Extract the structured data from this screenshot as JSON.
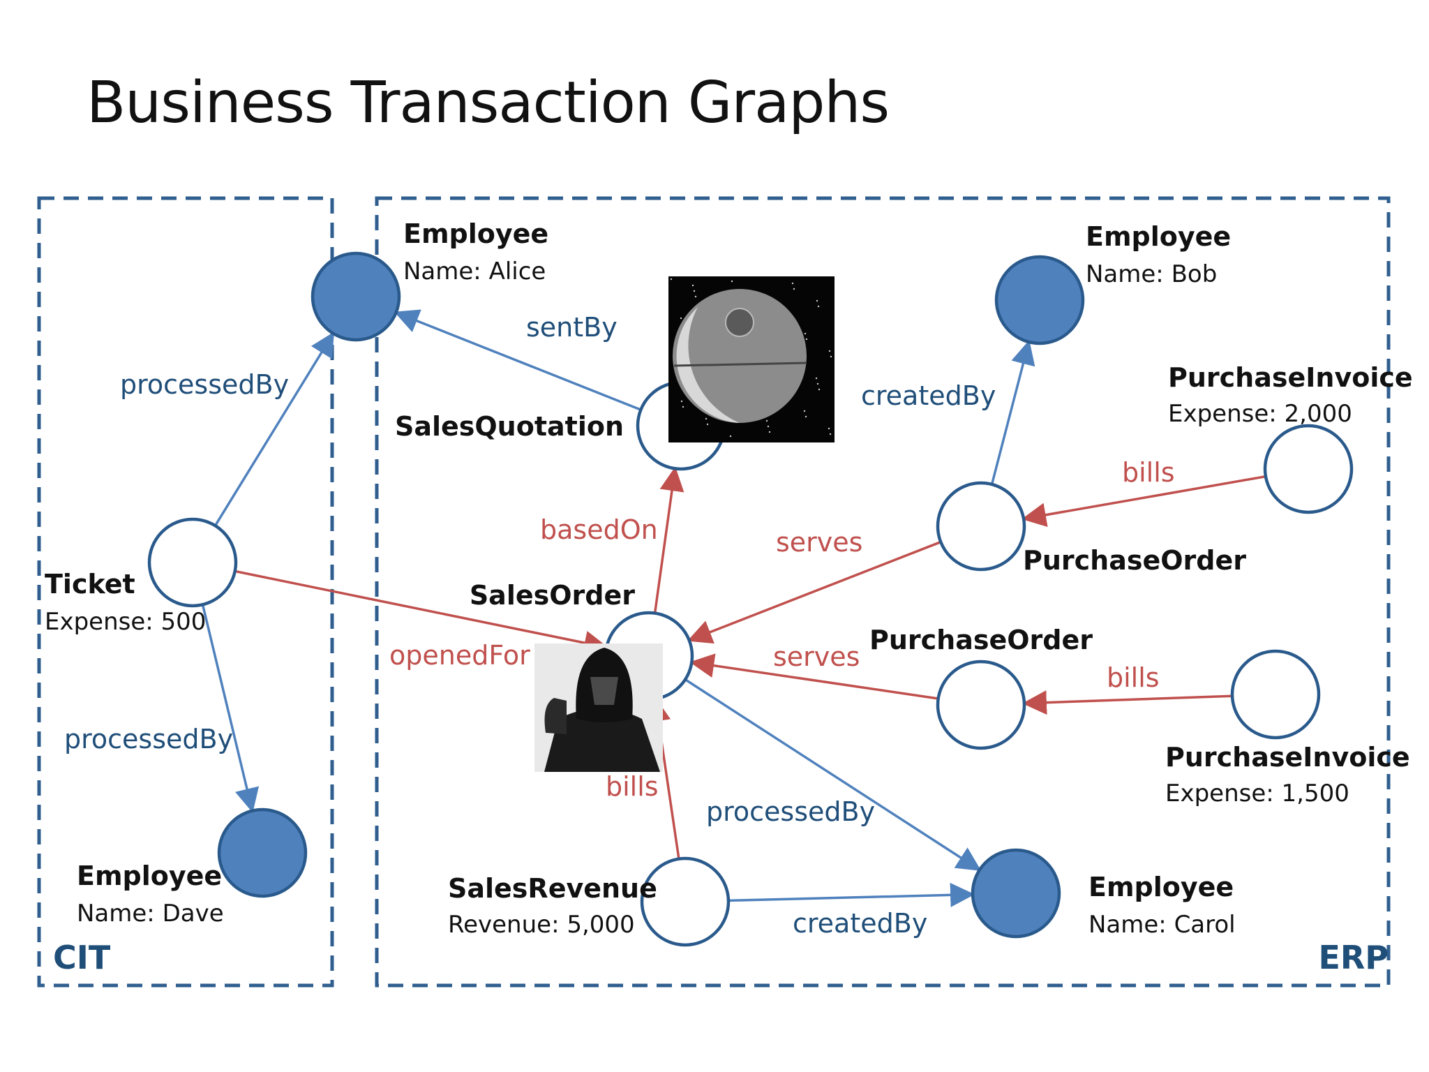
{
  "title": "Business Transaction Graphs",
  "colors": {
    "blue_edge": "#4f81bd",
    "red_edge": "#c0504d",
    "node_border": "#2a5a8c",
    "node_fill_employee": "#4f81bd",
    "label_blue": "#1f4e79",
    "label_red": "#c0504d",
    "region_border": "#2f5e8f"
  },
  "regions": [
    {
      "id": "cit",
      "label": "CIT"
    },
    {
      "id": "erp",
      "label": "ERP"
    }
  ],
  "nodes": [
    {
      "id": "alice",
      "type": "Employee",
      "attr": "Name: Alice",
      "filled": true
    },
    {
      "id": "bob",
      "type": "Employee",
      "attr": "Name: Bob",
      "filled": true
    },
    {
      "id": "dave",
      "type": "Employee",
      "attr": "Name: Dave",
      "filled": true
    },
    {
      "id": "carol",
      "type": "Employee",
      "attr": "Name: Carol",
      "filled": true
    },
    {
      "id": "ticket",
      "type": "Ticket",
      "attr": "Expense: 500",
      "filled": false
    },
    {
      "id": "salesquotation",
      "type": "SalesQuotation",
      "attr": "",
      "filled": false
    },
    {
      "id": "salesorder",
      "type": "SalesOrder",
      "attr": "",
      "filled": false
    },
    {
      "id": "po1",
      "type": "PurchaseOrder",
      "attr": "",
      "filled": false
    },
    {
      "id": "po2",
      "type": "PurchaseOrder",
      "attr": "",
      "filled": false
    },
    {
      "id": "pi1",
      "type": "PurchaseInvoice",
      "attr": "Expense: 2,000",
      "filled": false
    },
    {
      "id": "pi2",
      "type": "PurchaseInvoice",
      "attr": "Expense: 1,500",
      "filled": false
    },
    {
      "id": "salesrevenue",
      "type": "SalesRevenue",
      "attr": "Revenue: 5,000",
      "filled": false
    }
  ],
  "edges": [
    {
      "id": "e1",
      "from": "ticket",
      "to": "alice",
      "label": "processedBy",
      "color": "blue"
    },
    {
      "id": "e2",
      "from": "ticket",
      "to": "dave",
      "label": "processedBy",
      "color": "blue"
    },
    {
      "id": "e3",
      "from": "ticket",
      "to": "salesorder",
      "label": "openedFor",
      "color": "red"
    },
    {
      "id": "e4",
      "from": "salesquotation",
      "to": "alice",
      "label": "sentBy",
      "color": "blue"
    },
    {
      "id": "e5",
      "from": "salesorder",
      "to": "salesquotation",
      "label": "basedOn",
      "color": "red"
    },
    {
      "id": "e6",
      "from": "po1",
      "to": "bob",
      "label": "createdBy",
      "color": "blue"
    },
    {
      "id": "e7",
      "from": "pi1",
      "to": "po1",
      "label": "bills",
      "color": "red"
    },
    {
      "id": "e8",
      "from": "po1",
      "to": "salesorder",
      "label": "serves",
      "color": "red"
    },
    {
      "id": "e9",
      "from": "po2",
      "to": "salesorder",
      "label": "serves",
      "color": "red"
    },
    {
      "id": "e10",
      "from": "pi2",
      "to": "po2",
      "label": "bills",
      "color": "red"
    },
    {
      "id": "e11",
      "from": "salesorder",
      "to": "carol",
      "label": "processedBy",
      "color": "blue"
    },
    {
      "id": "e12",
      "from": "salesrevenue",
      "to": "salesorder",
      "label": "bills",
      "color": "red"
    },
    {
      "id": "e13",
      "from": "salesrevenue",
      "to": "carol",
      "label": "createdBy",
      "color": "blue"
    }
  ]
}
